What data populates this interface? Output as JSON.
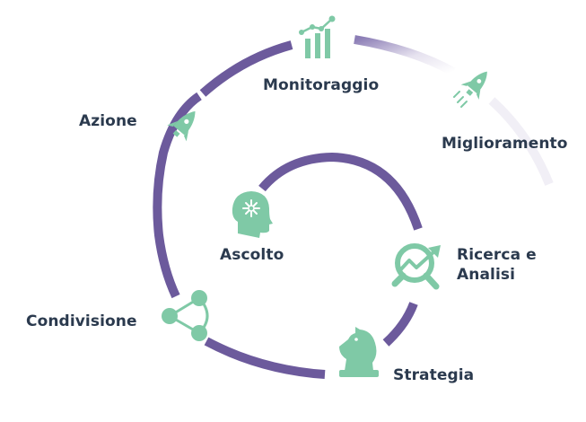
{
  "colors": {
    "arc": "#6c5a9c",
    "arc_fade": "#ece9f3",
    "icon": "#7fc9a6",
    "icon_dark": "#5fb58e",
    "text": "#2b3a4e"
  },
  "steps": [
    {
      "label": "Monitoraggio",
      "icon": "bar-chart-icon"
    },
    {
      "label": "Miglioramento",
      "icon": "rocket-icon"
    },
    {
      "label": "Azione",
      "icon": "rocket-icon"
    },
    {
      "label": "Ascolto",
      "icon": "head-brain-icon"
    },
    {
      "label_lines": [
        "Ricerca e",
        "Analisi"
      ],
      "icon": "search-growth-icon"
    },
    {
      "label": "Condivisione",
      "icon": "share-icon"
    },
    {
      "label": "Strategia",
      "icon": "chess-knight-icon"
    }
  ]
}
